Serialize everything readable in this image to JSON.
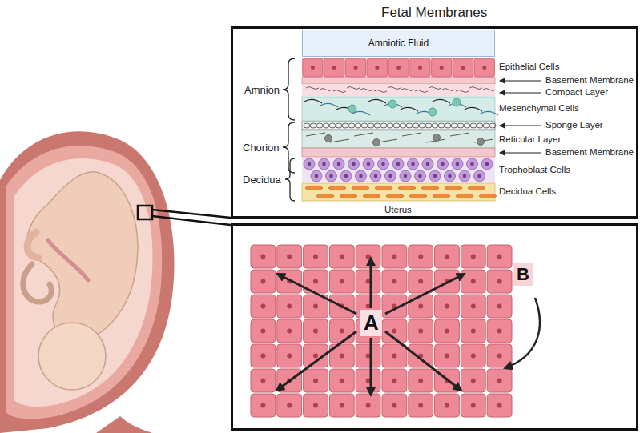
{
  "diagram": {
    "title": "Fetal Membranes",
    "nodes": [
      {
        "text": [
          "Amniotic Fluid"
        ]
      },
      {
        "text": [
          "A"
        ]
      },
      {
        "text": [
          "B"
        ]
      }
    ],
    "labels": [
      "Epithelial Cells",
      "Basement Membrane",
      "Compact Layer",
      "Mesenchymal Cells",
      "Sponge Layer",
      "Reticular Layer",
      "Basement Membrane",
      "Trophoblast Cells",
      "Decidua Cells",
      "Uterus",
      "Amnion",
      "Chorion",
      "Decidua"
    ]
  }
}
